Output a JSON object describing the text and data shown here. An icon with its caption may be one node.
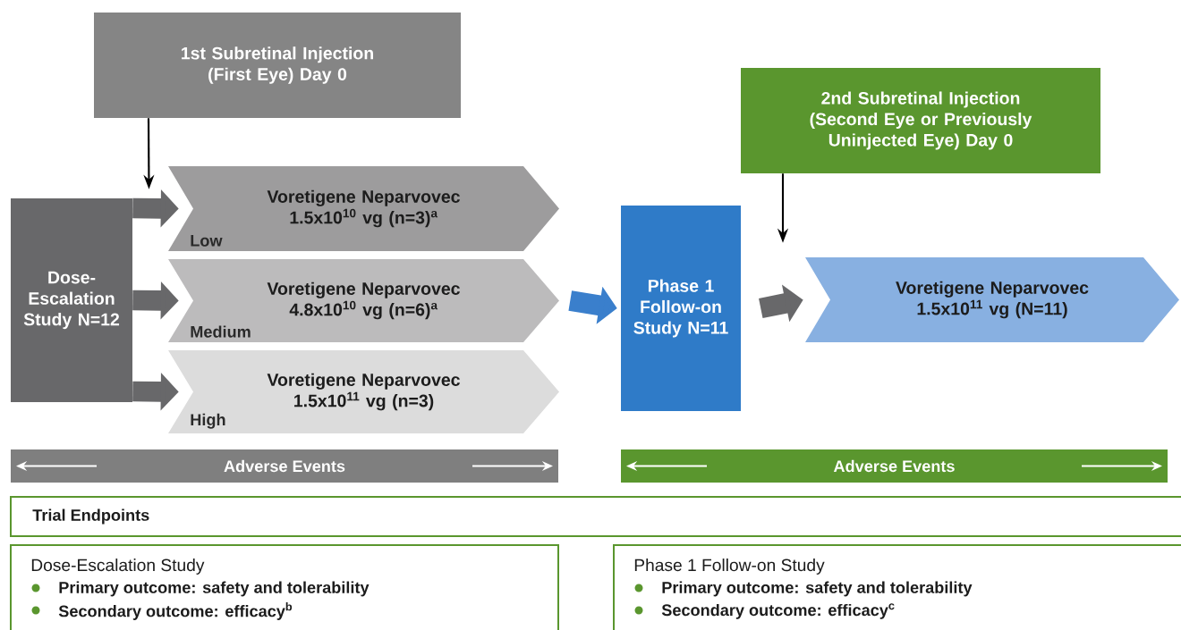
{
  "diagram": {
    "nodes": [
      {
        "text": [
          "1st Subretinal Injection (First Eye) Day 0"
        ]
      },
      {
        "text": [
          "Dose-Escalation Study N=12"
        ]
      },
      {
        "text": [
          "Voretigene Neparvovec 1.5x10$^{10}$ vg (n=3)$^{a}$",
          "Low"
        ]
      },
      {
        "text": [
          "Voretigene Neparvovec 4.8x10$^{10}$ vg (n=6)$^{a}$",
          "Medium"
        ]
      },
      {
        "text": [
          "Voretigene Neparvovec 1.5x10$^{11}$ vg (n=3)",
          "High"
        ]
      },
      {
        "text": [
          "Phase 1 Follow-on Study N=11"
        ]
      },
      {
        "text": [
          "2nd Subretinal Injection (Second Eye or Previously Uninjected Eye) Day 0"
        ]
      },
      {
        "text": [
          "Voretigene Neparvovec 1.5x10$^{11}$ vg (N=11)"
        ]
      },
      {
        "text": [
          "Adverse Events"
        ]
      },
      {
        "text": [
          "Adverse Events"
        ]
      },
      {
        "text": [
          "Trial Endpoints"
        ]
      },
      {
        "text": [
          "Dose-Escalation Study",
          "Primary outcome: safety and tolerability",
          "Secondary outcome: efficacy$^{b}$"
        ]
      },
      {
        "text": [
          "Phase 1 Follow-on Study",
          "Primary outcome: safety and tolerability",
          "Secondary outcome: efficacy$^{c}$"
        ]
      }
    ],
    "edges": [
      {
        "from": 0,
        "to": 2,
        "arrow": "to",
        "color": "#000000"
      },
      {
        "from": 1,
        "to": 2,
        "arrow": "to"
      },
      {
        "from": 1,
        "to": 3,
        "arrow": "to"
      },
      {
        "from": 1,
        "to": 4,
        "arrow": "to"
      },
      {
        "from": 3,
        "to": 5,
        "arrow": "to",
        "color": "#3a7fcc"
      },
      {
        "from": 5,
        "to": 7,
        "arrow": "to"
      },
      {
        "from": 6,
        "to": 7,
        "arrow": "to",
        "color": "#000000"
      }
    ]
  }
}
